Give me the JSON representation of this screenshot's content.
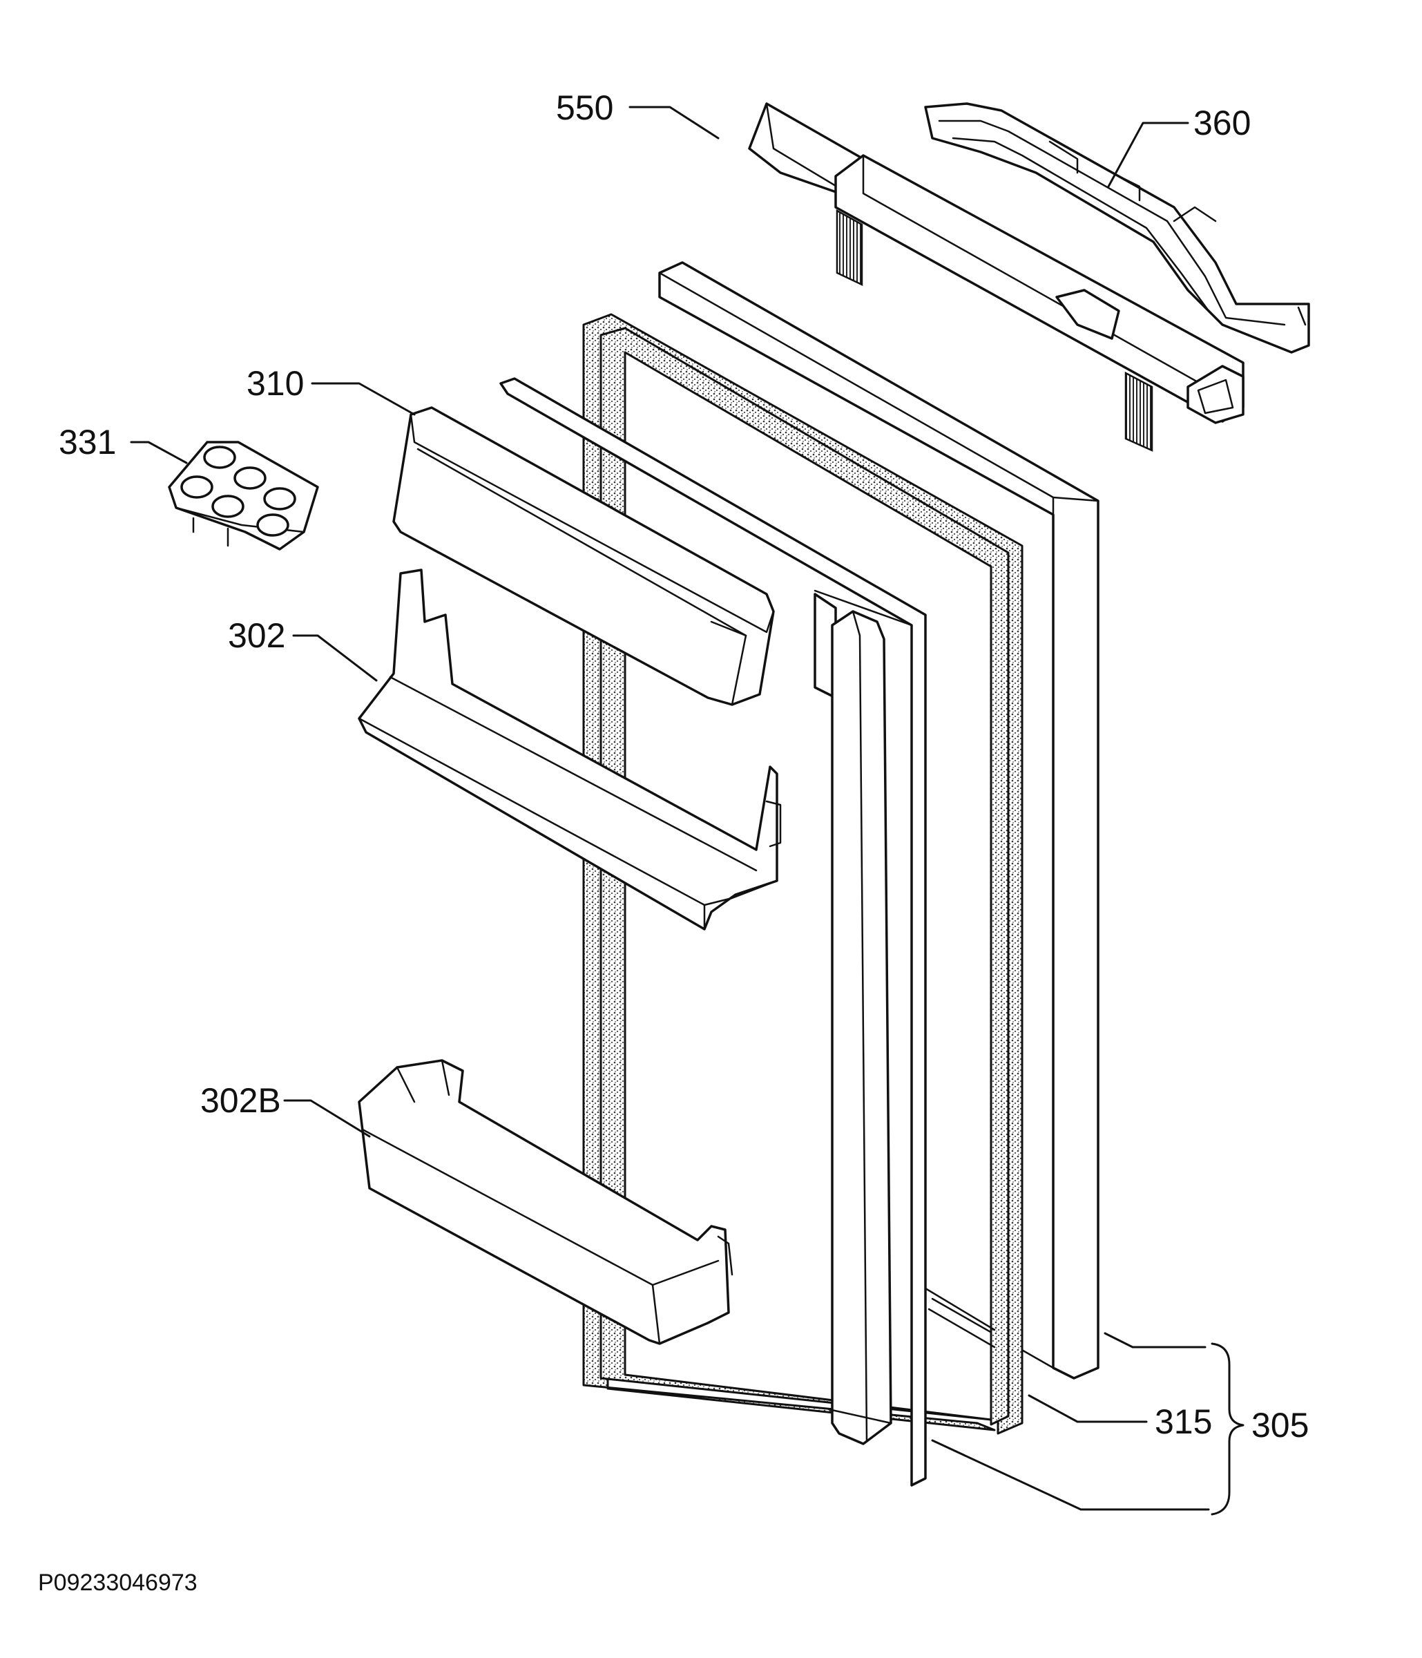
{
  "labels": {
    "p550": "550",
    "p360": "360",
    "p310": "310",
    "p331": "331",
    "p302": "302",
    "p302b": "302B",
    "p315": "315",
    "p305": "305"
  },
  "drawing_ref": "P09233046973"
}
